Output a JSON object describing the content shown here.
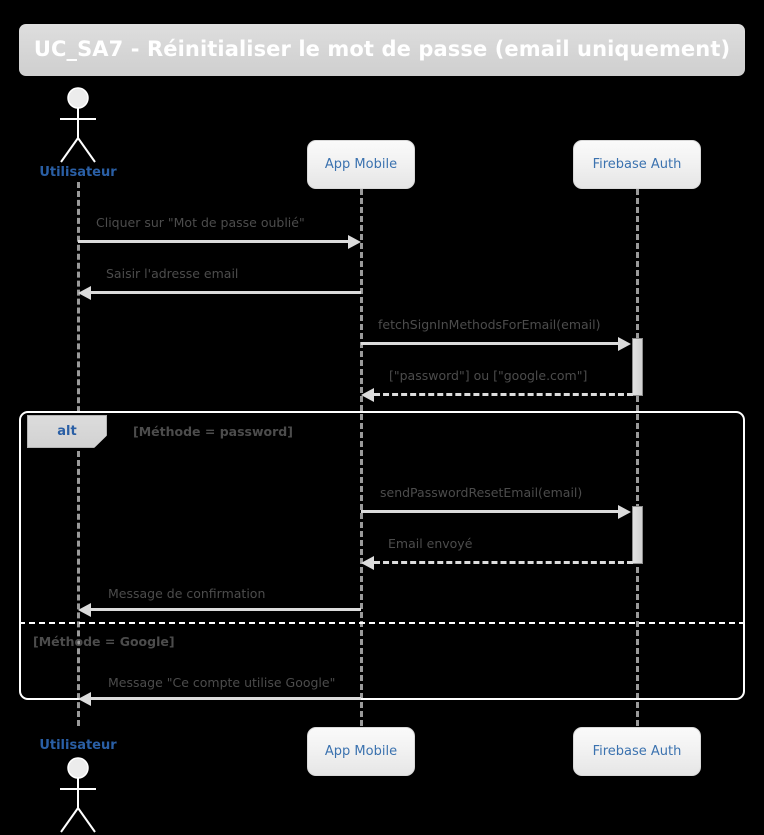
{
  "diagram": {
    "type": "uml-sequence-diagram",
    "title": "UC_SA7 - Réinitialiser le mot de passe (email uniquement)",
    "background_color": "#000000",
    "title_bar_color": "#d6d6d6",
    "title_text_color": "#ffffff",
    "participant_text_color": "#3b72af",
    "message_text_color": "#4c4c4c",
    "line_color": "#dcdcdc",
    "lifeline_color": "#9a9a9a",
    "frame_border_color": "#ffffff"
  },
  "participants": [
    {
      "id": "utilisateur",
      "label": "Utilisateur",
      "kind": "actor"
    },
    {
      "id": "app_mobile",
      "label": "App Mobile",
      "kind": "box"
    },
    {
      "id": "firebase_auth",
      "label": "Firebase Auth",
      "kind": "box"
    }
  ],
  "messages": [
    {
      "label": "Cliquer sur \"Mot de passe oublié\"",
      "from": "utilisateur",
      "to": "app_mobile",
      "style": "solid"
    },
    {
      "label": "Saisir l'adresse email",
      "from": "app_mobile",
      "to": "utilisateur",
      "style": "solid"
    },
    {
      "label": "fetchSignInMethodsForEmail(email)",
      "from": "app_mobile",
      "to": "firebase_auth",
      "style": "solid"
    },
    {
      "label": "[\"password\"] ou [\"google.com\"]",
      "from": "firebase_auth",
      "to": "app_mobile",
      "style": "dashed"
    },
    {
      "label": "sendPasswordResetEmail(email)",
      "from": "app_mobile",
      "to": "firebase_auth",
      "style": "solid"
    },
    {
      "label": "Email envoyé",
      "from": "firebase_auth",
      "to": "app_mobile",
      "style": "dashed"
    },
    {
      "label": "Message de confirmation",
      "from": "app_mobile",
      "to": "utilisateur",
      "style": "solid"
    },
    {
      "label": "Message \"Ce compte utilise Google\"",
      "from": "app_mobile",
      "to": "utilisateur",
      "style": "solid"
    }
  ],
  "fragment": {
    "operator": "alt",
    "guards": [
      {
        "label": "[Méthode = password]"
      },
      {
        "label": "[Méthode = Google]"
      }
    ]
  }
}
